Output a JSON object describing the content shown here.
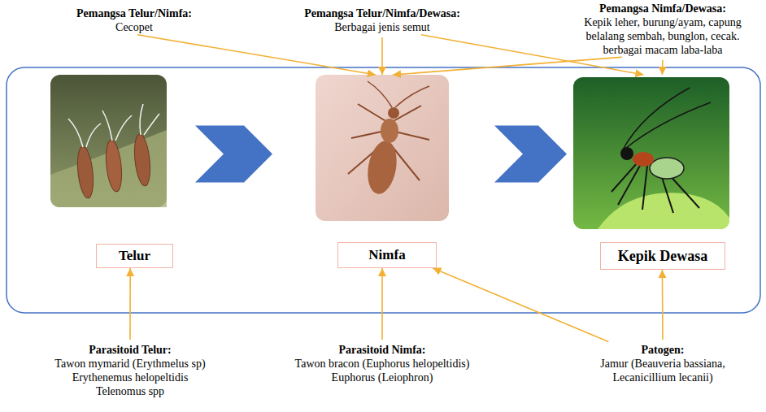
{
  "diagram": {
    "nodes": [
      {
        "text": [
          "Pemangsa Telur/Nimfa:",
          "Cecopet"
        ]
      },
      {
        "text": [
          "Pemangsa Telur/Nimfa/Dewasa:",
          "Berbagai jenis semut"
        ]
      },
      {
        "text": [
          "Pemangsa Nimfa/Dewasa:",
          "Kepik leher, burung/ayam, capung belalang sembah, bunglon, cecak. berbagai macam laba-laba"
        ]
      },
      {
        "text": [
          "Telur"
        ]
      },
      {
        "text": [
          "Nimfa"
        ]
      },
      {
        "text": [
          "Kepik Dewasa"
        ]
      },
      {
        "text": [
          "Parasitoid Telur:",
          "Tawon mymarid (Erythmelus sp) Erythenemus helopeltidis Telenomus spp"
        ]
      },
      {
        "text": [
          "Parasitoid Nimfa:",
          "Tawon bracon (Euphorus helopeltidis) Euphorus (Leiophron)"
        ]
      },
      {
        "text": [
          "Patogen:",
          "Jamur (Beauveria bassiana, Lecanicillium lecanii)"
        ]
      }
    ],
    "edges": [
      {
        "from": 0,
        "to": 4,
        "arrow": "to"
      },
      {
        "from": 1,
        "to": 4,
        "arrow": "to"
      },
      {
        "from": 1,
        "to": 5,
        "arrow": "to"
      },
      {
        "from": 2,
        "to": 4,
        "arrow": "to"
      },
      {
        "from": 2,
        "to": 5,
        "arrow": "to"
      },
      {
        "from": 3,
        "to": 4,
        "arrow": "to"
      },
      {
        "from": 4,
        "to": 5,
        "arrow": "to"
      },
      {
        "from": 6,
        "to": 3,
        "arrow": "to"
      },
      {
        "from": 7,
        "to": 4,
        "arrow": "to"
      },
      {
        "from": 8,
        "to": 4,
        "arrow": "to"
      },
      {
        "from": 8,
        "to": 5,
        "arrow": "to"
      }
    ]
  }
}
